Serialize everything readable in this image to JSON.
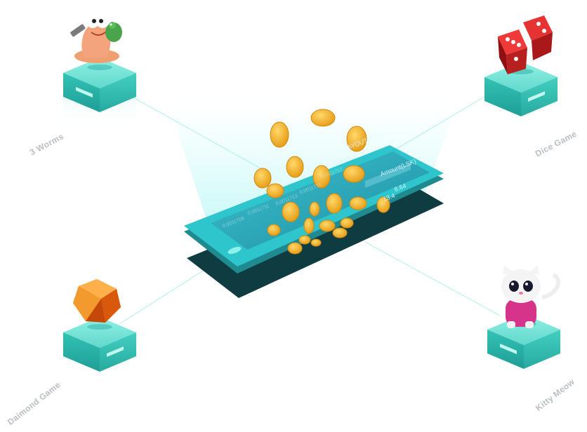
{
  "games": [
    {
      "label": "3 Worms",
      "icon": "worms-character-icon"
    },
    {
      "label": "Dice Game",
      "icon": "dice-icon"
    },
    {
      "label": "Daimond Game",
      "icon": "diamond-gem-icon"
    },
    {
      "label": "Kitty Meow",
      "icon": "kitty-character-icon"
    }
  ],
  "phone": {
    "col_left_header": "PAYOUT(BTC)",
    "col_right_header": "Amount(LSK)",
    "left_values": [
      "0.0011719",
      "0.0011717",
      "0.0011715",
      "0.0011713",
      "0.0011711",
      "0.0011709"
    ],
    "right_values": [
      "8.64",
      "13.4"
    ]
  },
  "colors": {
    "pedestal_top": "#7fe0d6",
    "pedestal_side": "#2fb8ad",
    "phone_screen": "#2aa6b6",
    "phone_body": "#1f8a8f",
    "coin": "#f5b325"
  }
}
